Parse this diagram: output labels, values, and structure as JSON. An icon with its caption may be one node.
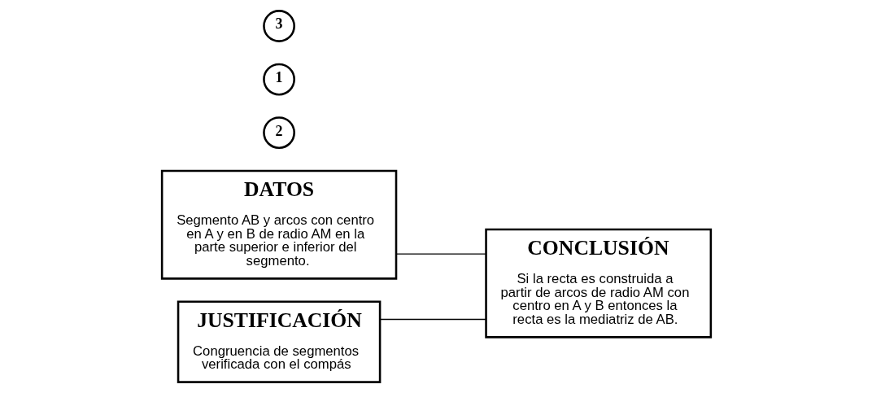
{
  "diagram": {
    "nodes": [
      {
        "text": [
          "DATOS",
          "Segmento AB y arcos con centro en A y en B de radio AM en la parte superior e inferior del segmento."
        ]
      },
      {
        "text": [
          "2"
        ]
      },
      {
        "text": [
          "CONCLUSIÓN",
          "Si la recta es construida a partir de arcos de radio AM con centro en A y B entonces la recta es la mediatriz de AB."
        ]
      },
      {
        "text": [
          "1"
        ]
      },
      {
        "text": [
          "JUSTIFICACIÓN",
          "Congruencia de segmentos verificada con el compás"
        ]
      },
      {
        "text": [
          "3"
        ]
      }
    ],
    "edges": [
      {
        "from": 0,
        "to": 2,
        "arrow": "none"
      },
      {
        "from": 4,
        "to": 2,
        "arrow": "none"
      }
    ]
  }
}
